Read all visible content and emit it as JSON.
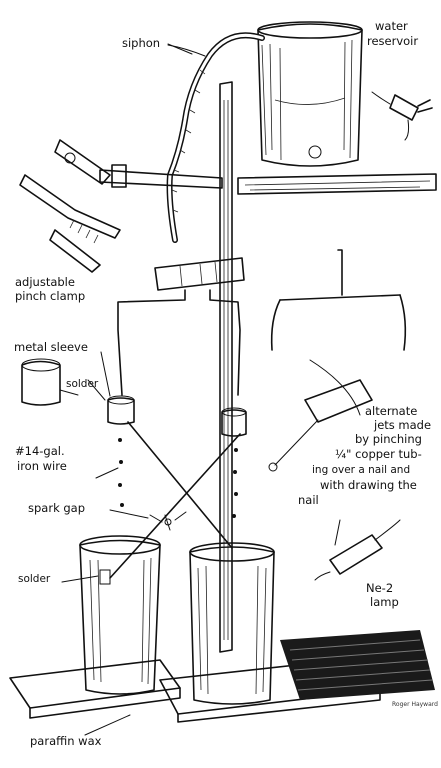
{
  "labels": {
    "siphon": "siphon",
    "water_reservoir_1": "water",
    "water_reservoir_2": "reservoir",
    "adjustable_pinch_clamp_1": "adjustable",
    "adjustable_pinch_clamp_2": "pinch clamp",
    "metal_sleeve": "metal sleeve",
    "solder_top": "solder",
    "iron_wire_1": "#14-gal.",
    "iron_wire_2": "iron wire",
    "spark_gap": "spark gap",
    "solder_bottom": "solder",
    "ne2_lamp_1": "Ne-2",
    "ne2_lamp_2": "lamp",
    "paraffin_wax": "paraffin wax",
    "alt_jets": [
      "alternate",
      "jets made",
      "by pinching",
      "¼\" copper tub-",
      "ing over a nail and",
      "with drawing the",
      "nail"
    ],
    "signature": "Roger Hayward"
  }
}
